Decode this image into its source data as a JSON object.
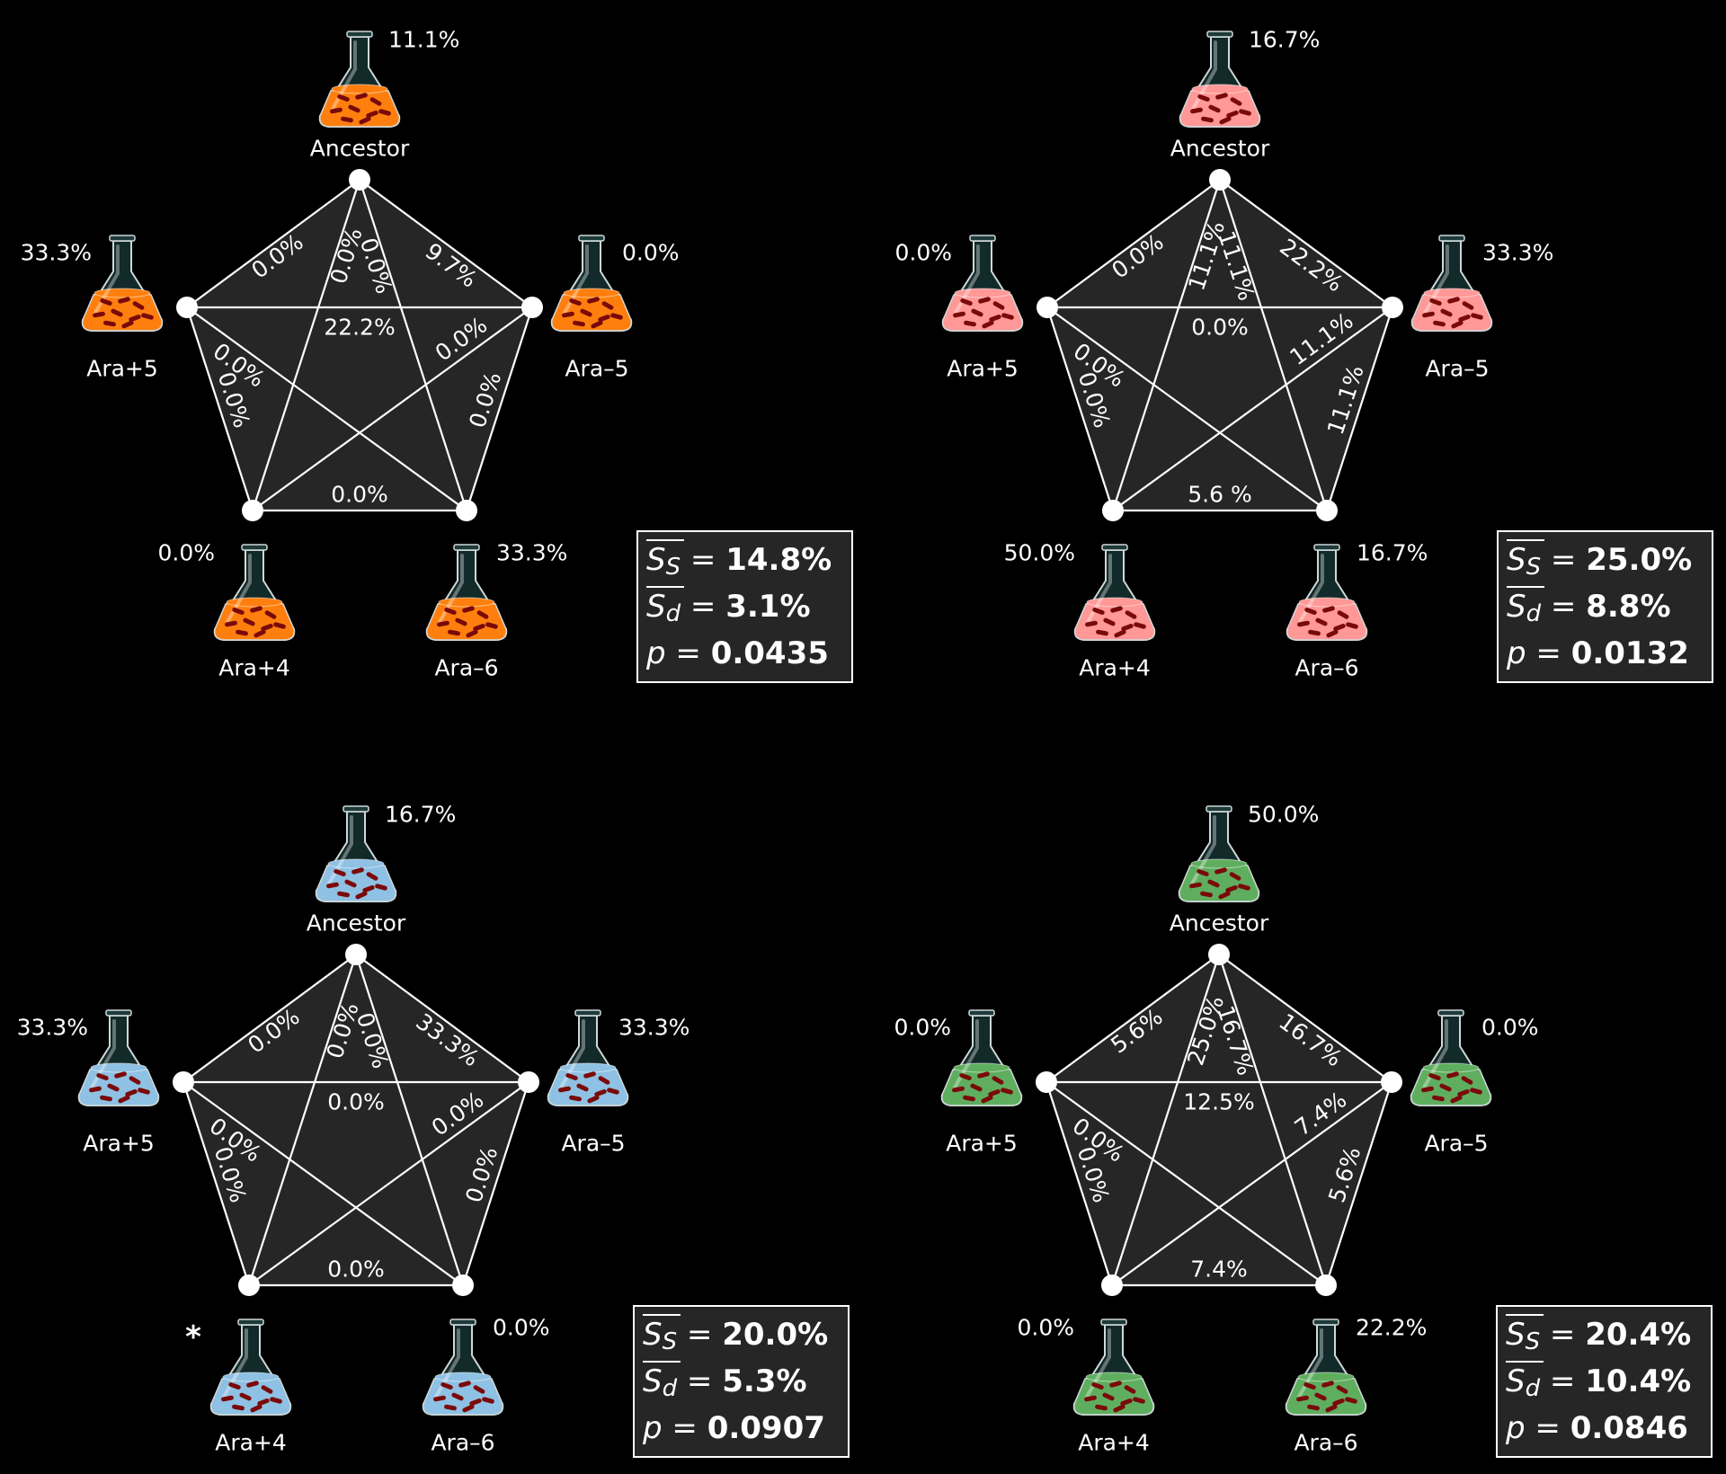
{
  "panels": [
    {
      "liquid_color": "#ff7f0e",
      "nodes": [
        {
          "name": "Ancestor",
          "value": "11.1%"
        },
        {
          "name": "Ara–5",
          "value": "0.0%"
        },
        {
          "name": "Ara–6",
          "value": "33.3%"
        },
        {
          "name": "Ara+4",
          "value": "0.0%"
        },
        {
          "name": "Ara+5",
          "value": "33.3%"
        }
      ],
      "edges": {
        "anc_m5": "9.7%",
        "anc_p5": "0.0%",
        "anc_p4": "0.0%",
        "anc_m6": "0.0%",
        "p5_m5": "22.2%",
        "p5_m6": "0.0%",
        "m5_p4": "0.0%",
        "p5_p4": "0.0%",
        "m5_m6": "0.0%",
        "p4_m6": "0.0%"
      },
      "stats": {
        "ss": "14.8%",
        "sd": "3.1%",
        "p": "0.0435"
      },
      "star": ""
    },
    {
      "liquid_color": "#ff9896",
      "nodes": [
        {
          "name": "Ancestor",
          "value": "16.7%"
        },
        {
          "name": "Ara–5",
          "value": "33.3%"
        },
        {
          "name": "Ara–6",
          "value": "16.7%"
        },
        {
          "name": "Ara+4",
          "value": "50.0%"
        },
        {
          "name": "Ara+5",
          "value": "0.0%"
        }
      ],
      "edges": {
        "anc_m5": "22.2%",
        "anc_p5": "0.0%",
        "anc_p4": "11.1%",
        "anc_m6": "11.1%",
        "p5_m5": "0.0%",
        "p5_m6": "0.0%",
        "m5_p4": "11.1%",
        "p5_p4": "0.0%",
        "m5_m6": "11.1%",
        "p4_m6": "5.6 %"
      },
      "stats": {
        "ss": "25.0%",
        "sd": "8.8%",
        "p": "0.0132"
      },
      "star": ""
    },
    {
      "liquid_color": "#8ec1e3",
      "nodes": [
        {
          "name": "Ancestor",
          "value": "16.7%"
        },
        {
          "name": "Ara–5",
          "value": "33.3%"
        },
        {
          "name": "Ara–6",
          "value": "0.0%"
        },
        {
          "name": "Ara+4",
          "value": ""
        },
        {
          "name": "Ara+5",
          "value": "33.3%"
        }
      ],
      "edges": {
        "anc_m5": "33.3%",
        "anc_p5": "0.0%",
        "anc_p4": "0.0%",
        "anc_m6": "0.0%",
        "p5_m5": "0.0%",
        "p5_m6": "0.0%",
        "m5_p4": "0.0%",
        "p5_p4": "0.0%",
        "m5_m6": "0.0%",
        "p4_m6": "0.0%"
      },
      "stats": {
        "ss": "20.0%",
        "sd": "5.3%",
        "p": "0.0907"
      },
      "star": "*"
    },
    {
      "liquid_color": "#5fae5f",
      "nodes": [
        {
          "name": "Ancestor",
          "value": "50.0%"
        },
        {
          "name": "Ara–5",
          "value": "0.0%"
        },
        {
          "name": "Ara–6",
          "value": "22.2%"
        },
        {
          "name": "Ara+4",
          "value": "0.0%"
        },
        {
          "name": "Ara+5",
          "value": "0.0%"
        }
      ],
      "edges": {
        "anc_m5": "16.7%",
        "anc_p5": "5.6%",
        "anc_p4": "25.0%",
        "anc_m6": "16.7%",
        "p5_m5": "12.5%",
        "p5_m6": "0.0%",
        "m5_p4": "7.4%",
        "p5_p4": "0.0%",
        "m5_m6": "5.6%",
        "p4_m6": "7.4%"
      },
      "stats": {
        "ss": "20.4%",
        "sd": "10.4%",
        "p": "0.0846"
      },
      "star": ""
    }
  ],
  "stat_labels": {
    "ss_sym": "S",
    "ss_sub": "S",
    "sd_sym": "S",
    "sd_sub": "d",
    "p_sym": "p",
    "eq": " = "
  }
}
